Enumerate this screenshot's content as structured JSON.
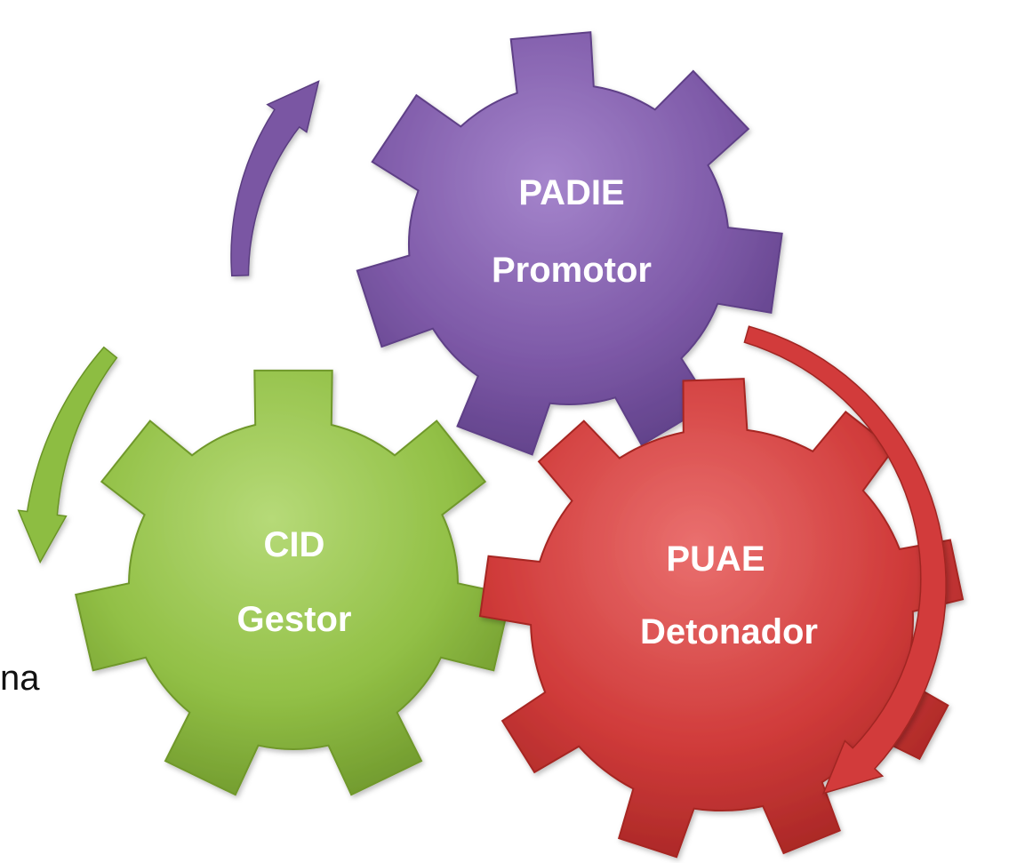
{
  "gears": [
    {
      "id": "padie",
      "line1": "PADIE",
      "line2": "Promotor",
      "color": "#7e5aa8",
      "dark": "#5e3f87",
      "light": "#a585cc"
    },
    {
      "id": "cid",
      "line1": "CID",
      "line2": "Gestor",
      "color": "#92c046",
      "dark": "#6f982c",
      "light": "#b6da78"
    },
    {
      "id": "puae",
      "line1": "PUAE",
      "line2": "Detonador",
      "color": "#d03b3a",
      "dark": "#a62624",
      "light": "#ea706f"
    }
  ],
  "arrows": [
    {
      "id": "purple",
      "color": "#7a56a3"
    },
    {
      "id": "green",
      "color": "#8dbd42"
    },
    {
      "id": "red",
      "color": "#d23a3a"
    }
  ],
  "stray_text": "na"
}
